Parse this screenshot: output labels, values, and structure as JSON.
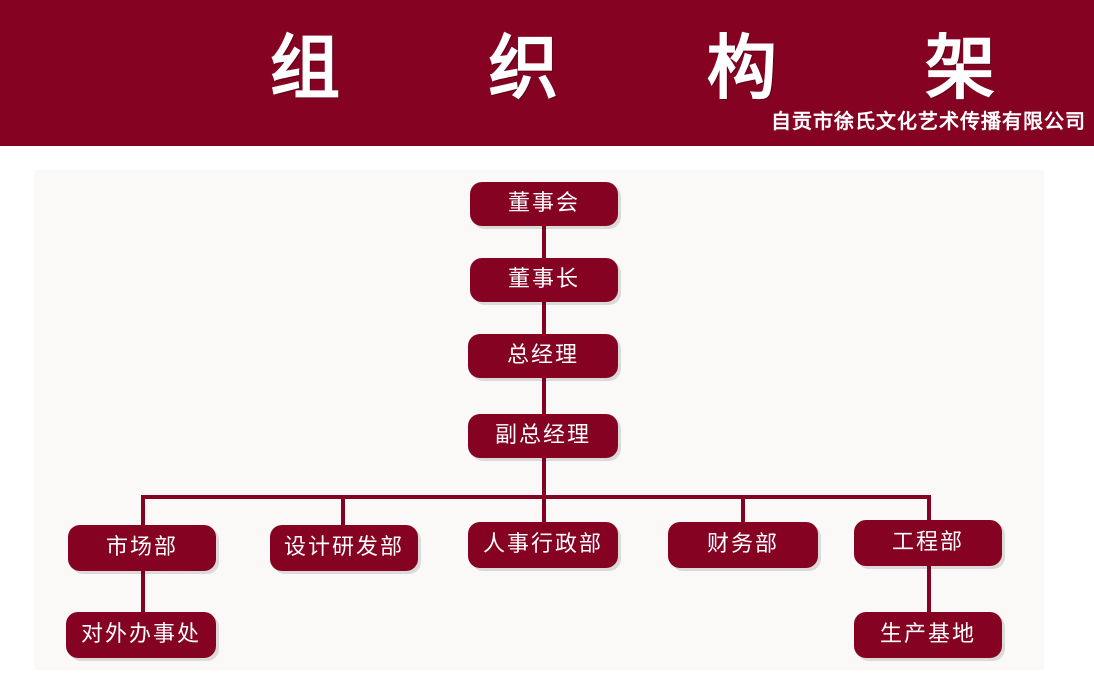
{
  "header": {
    "title": "组 织 构 架",
    "company": "自贡市徐氏文化艺术传播有限公司"
  },
  "org": {
    "board": "董事会",
    "chairman": "董事长",
    "gm": "总经理",
    "deputy_gm": "副总经理",
    "departments": [
      "市场部",
      "设计研发部",
      "人事行政部",
      "财务部",
      "工程部"
    ],
    "sub_units": {
      "market_office": "对外办事处",
      "production_base": "生产基地"
    }
  },
  "colors": {
    "brand": "#860222",
    "text_on_brand": "#ffffff",
    "background": "#ffffff",
    "panel": "#fbf8f8"
  }
}
